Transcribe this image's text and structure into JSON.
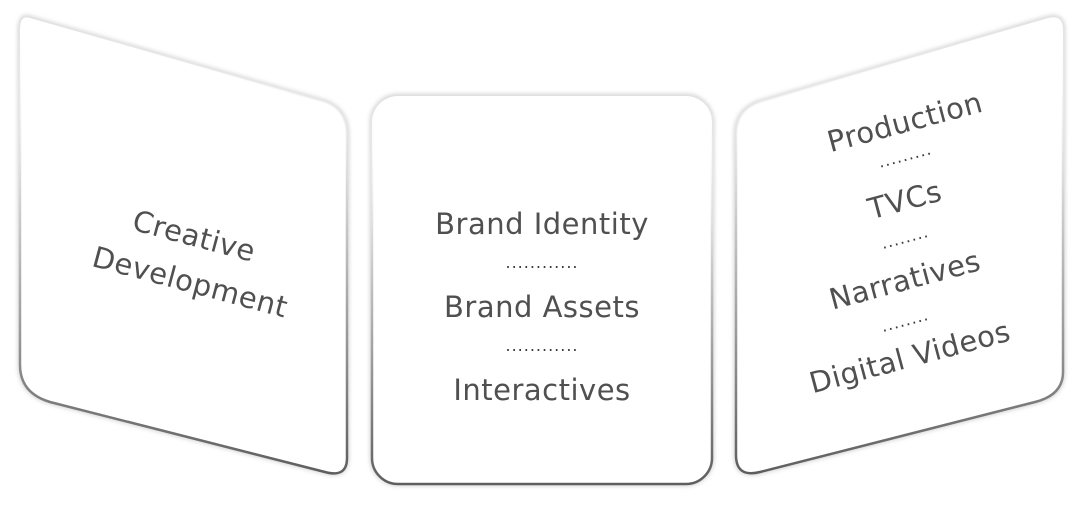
{
  "left_card": {
    "line1": "Creative",
    "line2": "Development"
  },
  "center_card": {
    "item1": "Brand Identity",
    "sep1": "............",
    "item2": "Brand Assets",
    "sep2": "............",
    "item3": "Interactives"
  },
  "right_card": {
    "item1": "Production",
    "sep1": ".........",
    "item2": "TVCs",
    "sep2": "........",
    "item3": "Narratives",
    "sep3": "........",
    "item4": "Digital Videos"
  }
}
